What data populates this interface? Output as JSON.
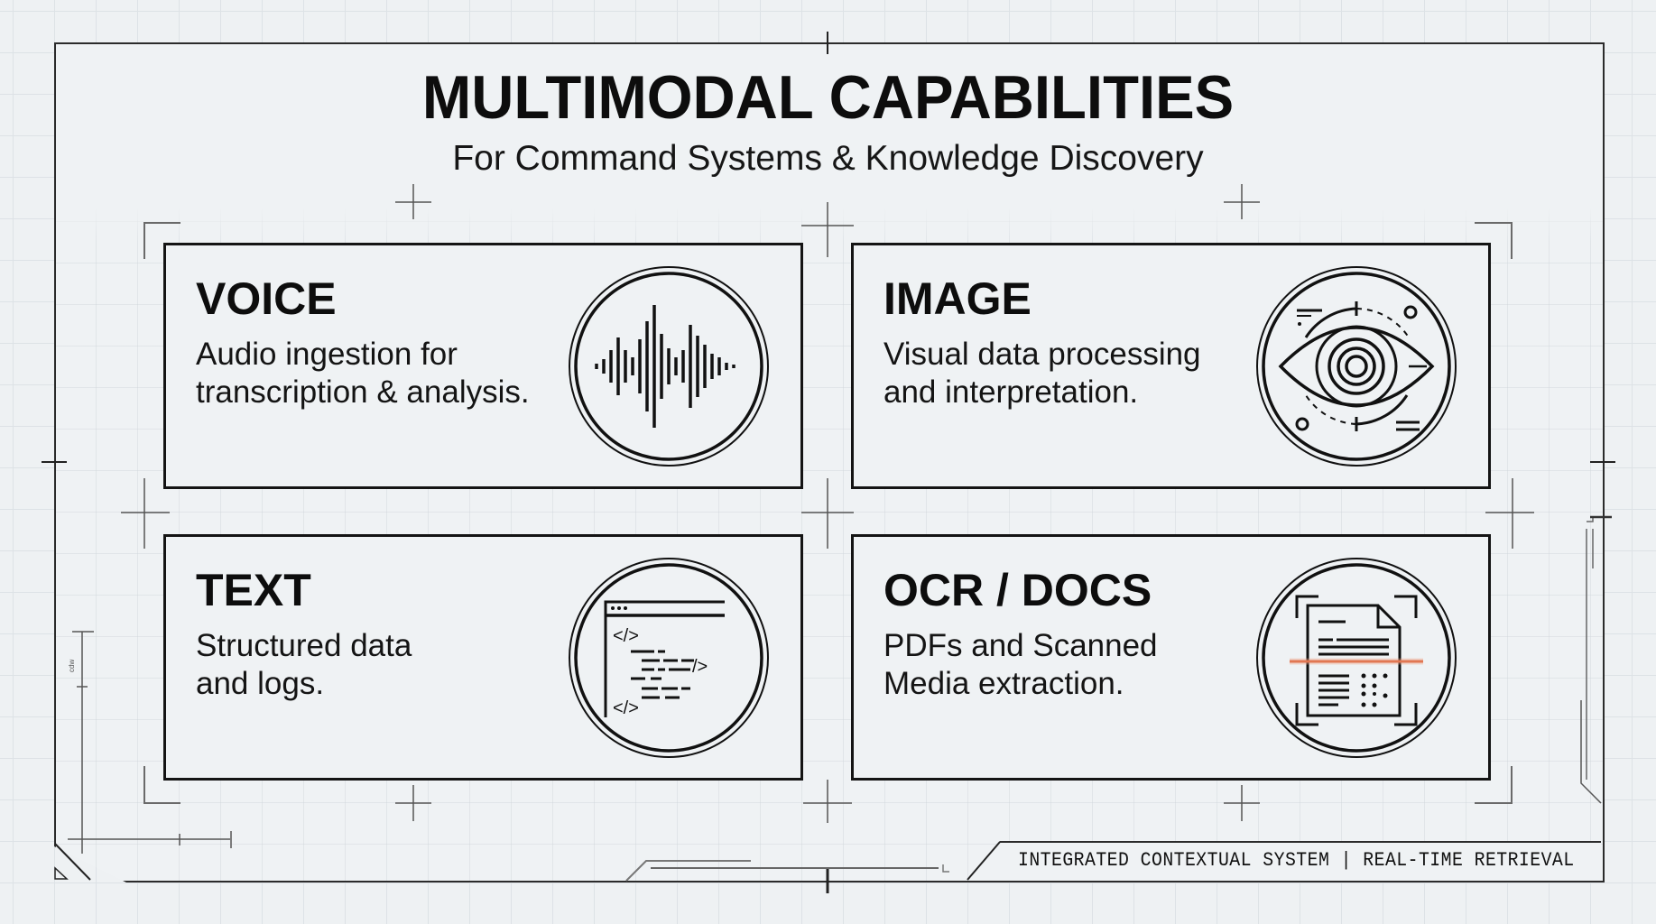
{
  "header": {
    "title": "MULTIMODAL CAPABILITIES",
    "subtitle": "For Command Systems & Knowledge Discovery"
  },
  "cards": [
    {
      "id": "voice",
      "title": "VOICE",
      "desc_line1": "Audio ingestion for",
      "desc_line2": "transcription & analysis.",
      "icon": "sound-wave-icon"
    },
    {
      "id": "image",
      "title": "IMAGE",
      "desc_line1": "Visual data processing",
      "desc_line2": "and interpretation.",
      "icon": "eye-scan-icon"
    },
    {
      "id": "text",
      "title": "TEXT",
      "desc_line1": "Structured data",
      "desc_line2": "and logs.",
      "icon": "code-window-icon"
    },
    {
      "id": "ocr",
      "title": "OCR / DOCS",
      "desc_line1": "PDFs and Scanned",
      "desc_line2": "Media extraction.",
      "icon": "document-scan-icon"
    }
  ],
  "footer": {
    "label": "INTEGRATED CONTEXTUAL SYSTEM | REAL-TIME RETRIEVAL"
  },
  "colors": {
    "background": "#eef1f3",
    "ink": "#111111",
    "grid": "#dde2e6",
    "scan_line": "#d9623a"
  }
}
